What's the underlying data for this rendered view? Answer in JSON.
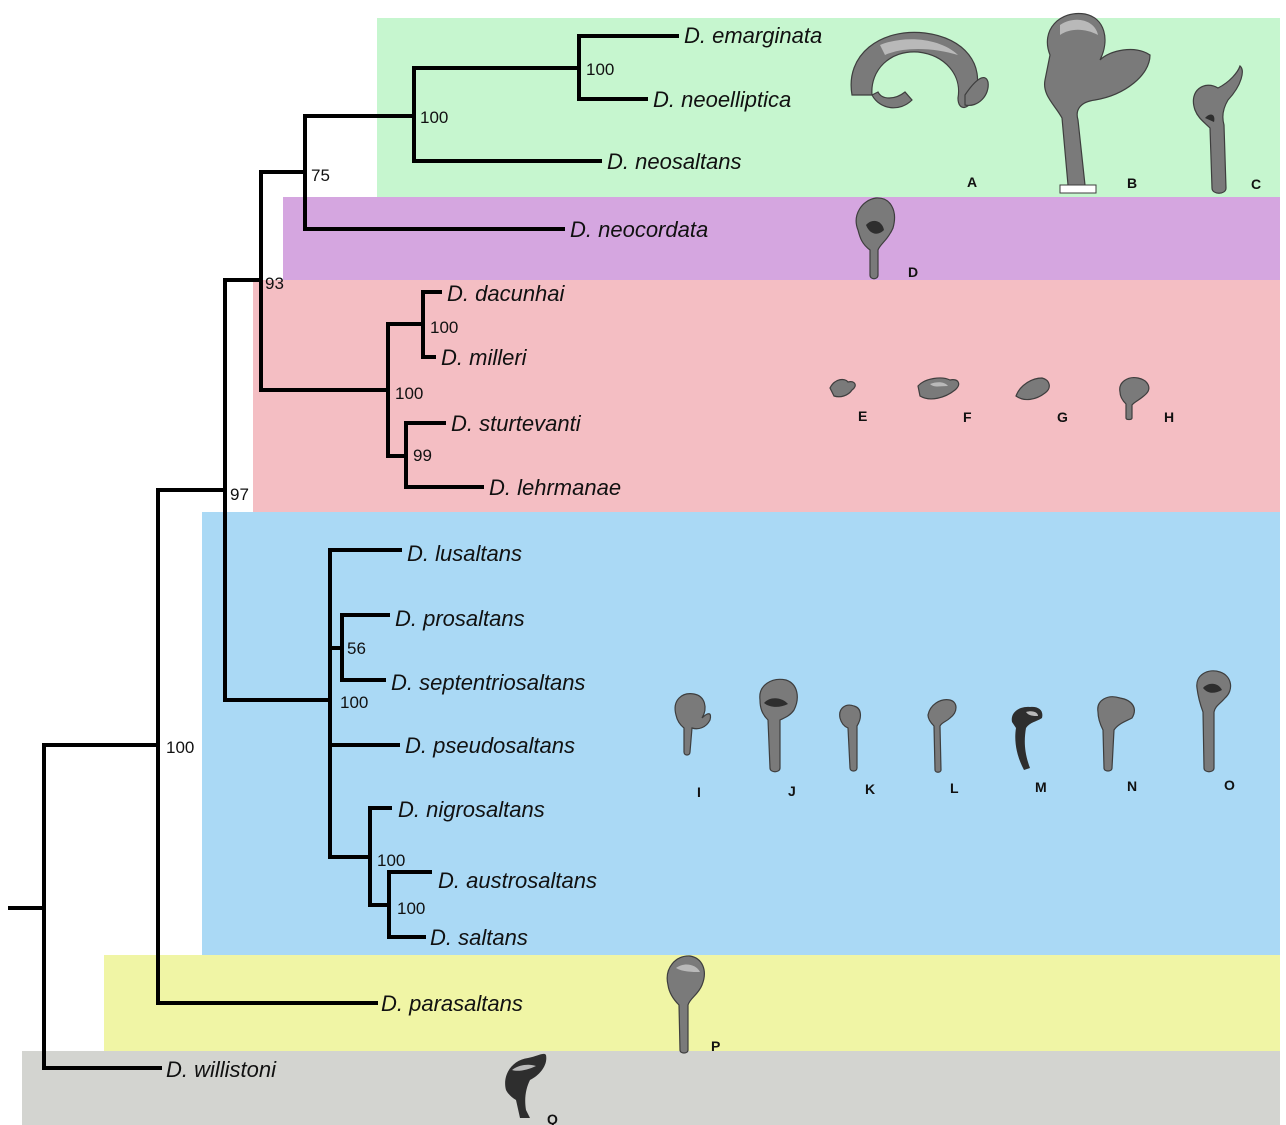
{
  "colors": {
    "green_band": "#c6f6cf",
    "purple_band": "#d5a6e0",
    "pink_band": "#f4bec3",
    "blue_band": "#aad9f5",
    "yellow_band": "#f0f5a5",
    "gray_band": "#d3d4d0",
    "branch": "#000000"
  },
  "taxa": {
    "emarginata": "D. emarginata",
    "neoelliptica": "D. neoelliptica",
    "neosaltans": "D. neosaltans",
    "neocordata": "D. neocordata",
    "dacunhai": "D. dacunhai",
    "milleri": "D. milleri",
    "sturtevanti": "D. sturtevanti",
    "lehrmanae": "D. lehrmanae",
    "lusaltans": "D. lusaltans",
    "prosaltans": "D. prosaltans",
    "septentriosaltans": "D. septentriosaltans",
    "pseudosaltans": "D. pseudosaltans",
    "nigrosaltans": "D. nigrosaltans",
    "austrosaltans": "D. austrosaltans",
    "saltans": "D. saltans",
    "parasaltans": "D. parasaltans",
    "willistoni": "D. willistoni"
  },
  "support": {
    "emarginata_neoelliptica": "100",
    "elliptica_clade": "100",
    "elliptica_cordata": "75",
    "saltans_core": "93",
    "sturtevanti_group": "100",
    "dacunhai_milleri": "100",
    "sturtevanti_lehrmanae": "99",
    "ingroup_minus_parasaltans": "97",
    "prosaltans_septentriosaltans": "56",
    "saltans_subgroup": "100",
    "nigrosaltans_clade": "100",
    "austrosaltans_saltans": "100",
    "saltans_group": "100"
  },
  "figure_letters": [
    "A",
    "B",
    "C",
    "D",
    "E",
    "F",
    "G",
    "H",
    "I",
    "J",
    "K",
    "L",
    "M",
    "N",
    "O",
    "P",
    "Q"
  ]
}
